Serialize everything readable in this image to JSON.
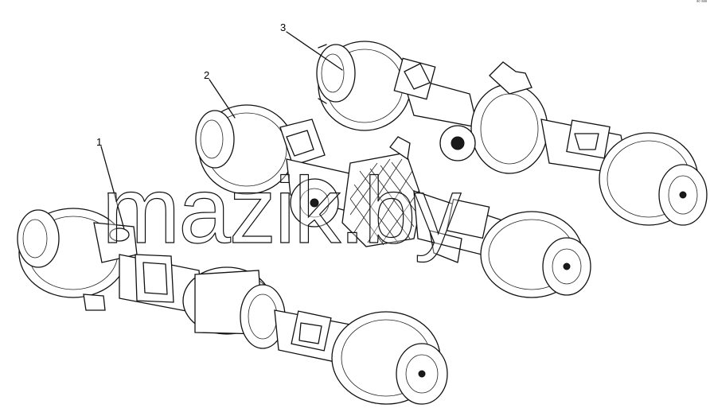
{
  "callouts": [
    {
      "label": "1"
    },
    {
      "label": "2"
    },
    {
      "label": "3"
    }
  ],
  "watermark": {
    "text": "mazik.by"
  },
  "corner_mark": {
    "text": "ᵃᵒ ᵃᵃᵃ"
  },
  "colors": {
    "line": "#111111",
    "background": "#ffffff"
  }
}
